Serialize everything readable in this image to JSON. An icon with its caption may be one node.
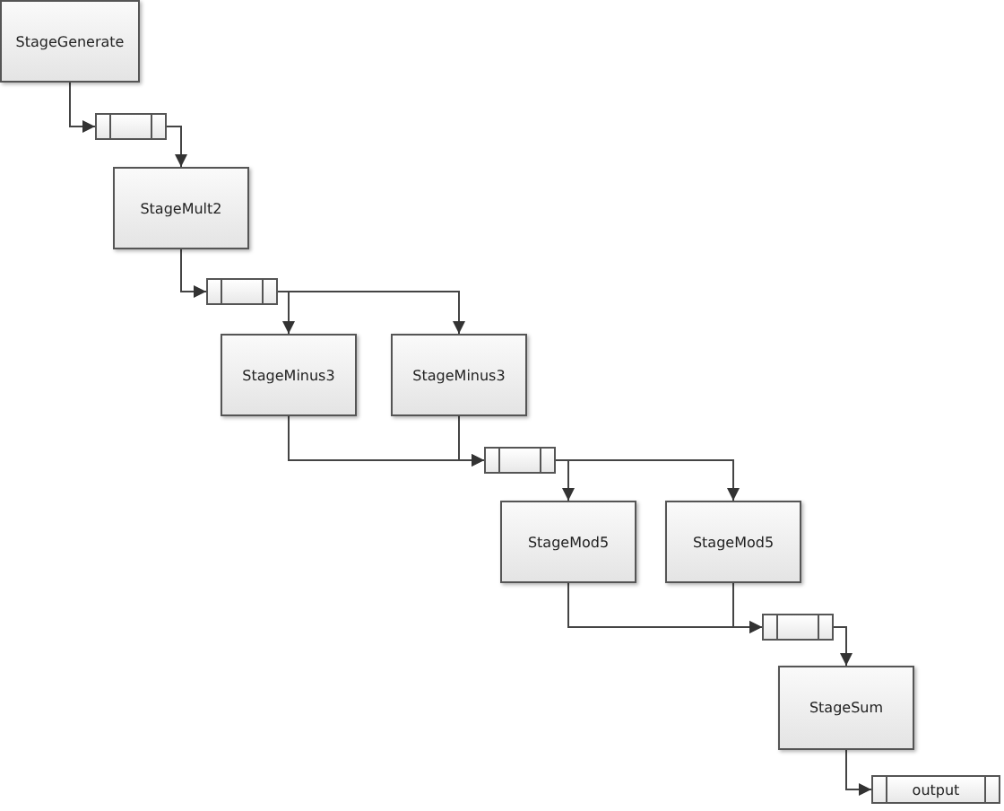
{
  "diagram": {
    "nodes": [
      {
        "text": [
          "StageGenerate"
        ]
      },
      {
        "text": [],
        "shape": "queue"
      },
      {
        "text": [
          "StageMult2"
        ]
      },
      {
        "text": [],
        "shape": "queue"
      },
      {
        "text": [
          "StageMinus3"
        ]
      },
      {
        "text": [
          "StageMinus3"
        ]
      },
      {
        "text": [],
        "shape": "queue"
      },
      {
        "text": [
          "StageMod5"
        ]
      },
      {
        "text": [
          "StageMod5"
        ]
      },
      {
        "text": [],
        "shape": "queue"
      },
      {
        "text": [
          "StageSum"
        ]
      },
      {
        "text": [
          "output"
        ]
      }
    ],
    "edges": [
      {
        "from": 0,
        "to": 1,
        "arrow": "to"
      },
      {
        "from": 1,
        "to": 2,
        "arrow": "to"
      },
      {
        "from": 2,
        "to": 3,
        "arrow": "to"
      },
      {
        "from": 3,
        "to": 4,
        "arrow": "to"
      },
      {
        "from": 3,
        "to": 5,
        "arrow": "to"
      },
      {
        "from": 4,
        "to": 6,
        "arrow": "to"
      },
      {
        "from": 5,
        "to": 6,
        "arrow": "to"
      },
      {
        "from": 6,
        "to": 7,
        "arrow": "to"
      },
      {
        "from": 6,
        "to": 8,
        "arrow": "to"
      },
      {
        "from": 7,
        "to": 9,
        "arrow": "to"
      },
      {
        "from": 8,
        "to": 9,
        "arrow": "to"
      },
      {
        "from": 9,
        "to": 10,
        "arrow": "to"
      },
      {
        "from": 10,
        "to": 11,
        "arrow": "to"
      }
    ]
  }
}
